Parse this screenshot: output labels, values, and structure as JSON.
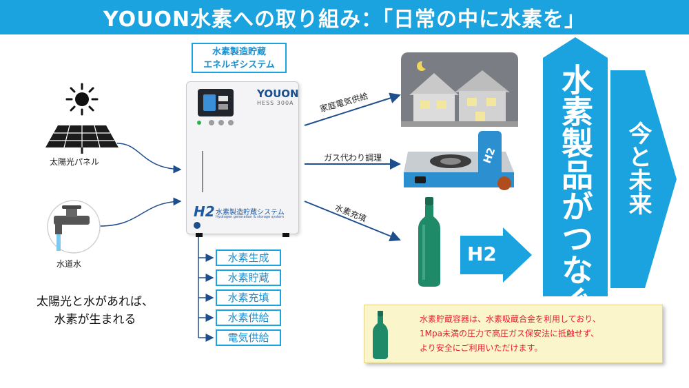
{
  "title": "YOUON水素への取り組み：「日常の中に水素を」",
  "system_label": [
    "水素製造貯蔵",
    "エネルギシステム"
  ],
  "device": {
    "brand": "YOUON",
    "model": "HESS 300A",
    "h2_mark": "H2",
    "system_name": "水素製造貯蔵システム",
    "system_name_en": "Hydrogen generation & storage system"
  },
  "inputs": [
    {
      "label": "太陽光パネル",
      "icon": "solar-panel-icon"
    },
    {
      "label": "水道水",
      "icon": "water-faucet-icon"
    }
  ],
  "main_caption": [
    "太陽光と水があれば、",
    "水素が生まれる"
  ],
  "functions": [
    "水素生成",
    "水素貯蔵",
    "水素充填",
    "水素供給",
    "電気供給"
  ],
  "outputs": [
    {
      "label": "家庭電気供給",
      "icon": "house-icon"
    },
    {
      "label": "ガス代わり調理",
      "icon": "gas-stove-icon",
      "badge": "H2"
    },
    {
      "label": "水素充填",
      "icon": "hydrogen-bottle-icon"
    }
  ],
  "h2_arrow": "H2",
  "banner_main": "水素製品がつなぐ",
  "banner_future": "今と未来",
  "note": [
    "水素貯蔵容器は、水素吸蔵合金を利用しており、",
    "1Mpa未満の圧力で高圧ガス保安法に抵触せず、",
    "より安全にご利用いただけます。"
  ],
  "colors": {
    "accent": "#1aa3de",
    "arrow": "#1f4e8c",
    "note_text": "#e41f2d",
    "note_bg": "#fbf5cc",
    "bottle": "#1e8a68"
  }
}
